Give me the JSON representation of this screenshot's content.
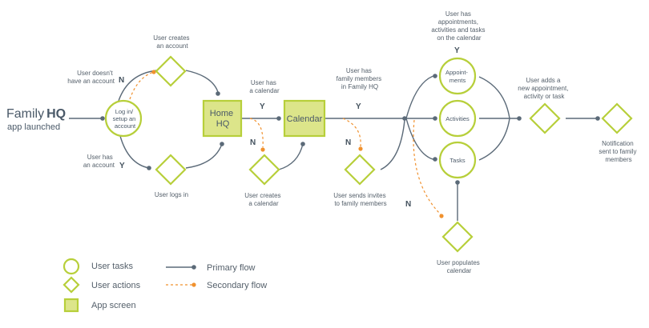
{
  "app": {
    "title_part1": "Family",
    "title_part2": "HQ",
    "subtitle": "app launched"
  },
  "nodes": {
    "login": [
      "Log in/",
      "setup an",
      "account"
    ],
    "home": [
      "Home",
      "HQ"
    ],
    "calendar": "Calendar",
    "appointments": [
      "Appoint-",
      "ments"
    ],
    "activities": "Activities",
    "tasks": "Tasks"
  },
  "labels": {
    "user_creates_account": [
      "User creates",
      "an account"
    ],
    "user_doesnt_have_account": [
      "User doesn't",
      "have an account"
    ],
    "user_has_account": [
      "User has",
      "an account"
    ],
    "user_logs_in": "User logs in",
    "user_has_calendar": [
      "User has",
      "a calendar"
    ],
    "user_creates_calendar": [
      "User creates",
      "a calendar"
    ],
    "user_has_family": [
      "User has",
      "family members",
      "in Family HQ"
    ],
    "user_sends_invites": [
      "User sends invites",
      "to family members"
    ],
    "user_has_appointments": [
      "User has",
      "appointments,",
      "activities and tasks",
      "on the calendar"
    ],
    "user_populates_calendar": [
      "User populates",
      "calendar"
    ],
    "user_adds_new": [
      "User adds a",
      "new appointment,",
      "activity or task"
    ],
    "notification_sent": [
      "Notification",
      "sent to family",
      "members"
    ]
  },
  "yn": {
    "yes": "Y",
    "no": "N"
  },
  "legend": {
    "user_tasks": "User tasks",
    "user_actions": "User actions",
    "app_screen": "App screen",
    "primary_flow": "Primary flow",
    "secondary_flow": "Secondary flow"
  },
  "colors": {
    "primary_line": "#5b6a78",
    "secondary_line": "#f0912e",
    "node_stroke": "#b7cf3a",
    "screen_fill": "#dce58a"
  }
}
